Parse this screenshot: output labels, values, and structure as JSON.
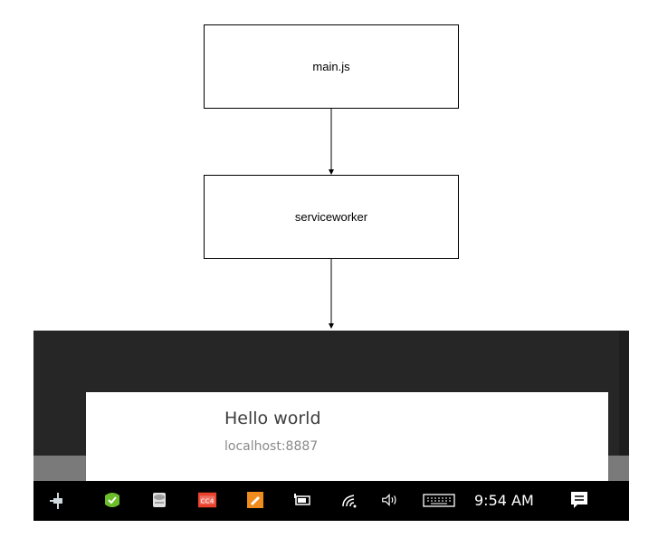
{
  "diagram": {
    "nodes": [
      {
        "id": "main",
        "label": "main.js"
      },
      {
        "id": "sw",
        "label": "serviceworker"
      }
    ],
    "edges": [
      {
        "from": "main",
        "to": "sw"
      },
      {
        "from": "sw",
        "to": "notification"
      }
    ]
  },
  "notification": {
    "title": "Hello world",
    "origin": "localhost:8887"
  },
  "taskbar": {
    "tray_icons": [
      "network-plug-icon",
      "green-check-app-icon",
      "disk-app-icon",
      "cc4-app-icon",
      "orange-edit-app-icon",
      "battery-icon",
      "wifi-icon",
      "volume-icon",
      "keyboard-icon"
    ],
    "clock": "9:54 AM",
    "action_center_icon": "notification-center-icon"
  }
}
